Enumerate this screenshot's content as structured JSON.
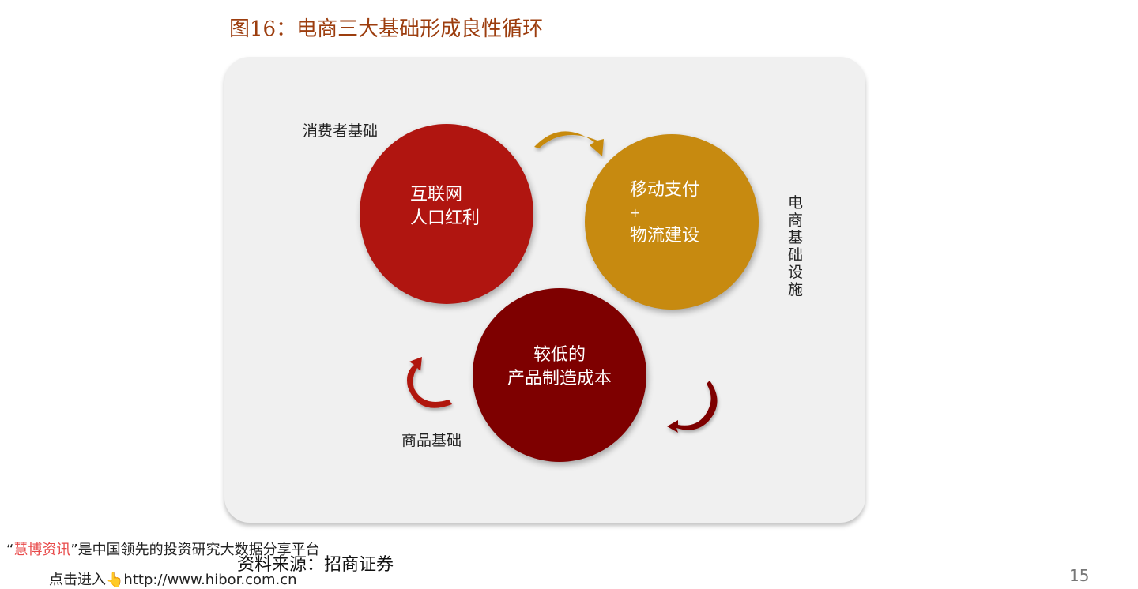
{
  "title": "图16：电商三大基础形成良性循环",
  "diagram": {
    "circles": [
      {
        "lines": [
          "互联网",
          "人口红利"
        ],
        "color": "#b01510"
      },
      {
        "lines": [
          "移动支付",
          "+",
          "物流建设"
        ],
        "color": "#c78a10"
      },
      {
        "lines": [
          "较低的",
          "产品制造成本"
        ],
        "color": "#7e0000"
      }
    ],
    "labels": {
      "consumer": "消费者基础",
      "infrastructure": "电商基础设施",
      "goods": "商品基础"
    },
    "arrow_colors": {
      "top": "#c78a10",
      "left": "#b01510",
      "right": "#7e0000"
    }
  },
  "source": "资料来源：招商证券",
  "watermark": {
    "quote_open": "“",
    "brand": "慧博资讯",
    "quote_close": "”",
    "tagline": "是中国领先的投资研究大数据分享平台",
    "enter": "点击进入",
    "url": "http://www.hibor.com.cn",
    "hand_icon": "pointing-hand-icon"
  },
  "page_number": "15"
}
